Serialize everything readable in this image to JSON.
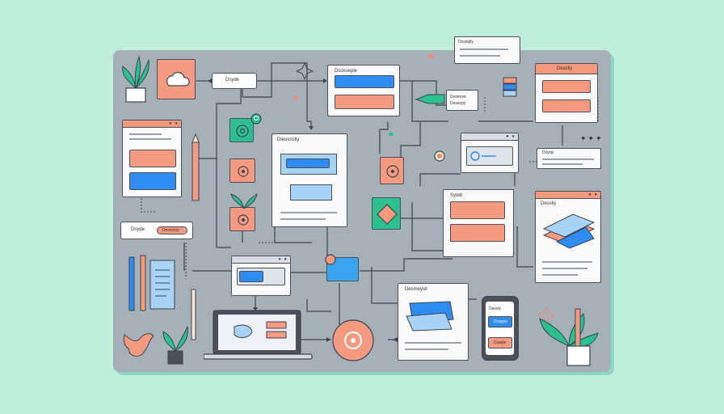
{
  "labels": {
    "top_note": "Dossiply",
    "top_left_pill": "Dsyde",
    "center_top_card": "Dsosseple",
    "right_small_tag_1": "Deseove",
    "right_small_tag_2": "Desecpy",
    "center_card_title": "Dieosnsliy",
    "top_right_card_title": "Dessliy",
    "right_small_card_title": "Dsyop",
    "mid_right_card_title": "Syteb",
    "right_big_card_title": "Dessliy",
    "left_row_label": "Dsyde",
    "left_row_pill": "Dessoisp",
    "bottom_mid_card_title": "Desmeysll",
    "phone_title": "Dassly",
    "phone_button_1": "Dsaype",
    "phone_button_2": "Dsayle"
  },
  "colors": {
    "background": "#bfeedd",
    "board": "#a6b0b9",
    "accent_orange": "#f49a80",
    "accent_blue": "#2f8cf0",
    "accent_green": "#2cc08f",
    "outline": "#4a4f5a"
  },
  "icons": {
    "cloud": "cloud-icon",
    "gear": "gear-icon",
    "search": "search-icon",
    "sparkle": "sparkle-icon",
    "pencil": "pencil-icon",
    "plant": "plant-icon",
    "bird": "bird-icon"
  }
}
